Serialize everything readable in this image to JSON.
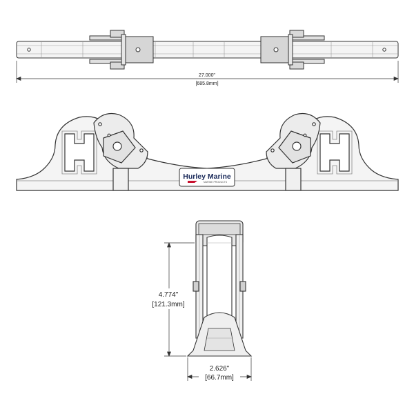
{
  "dimensions": {
    "length_in": "27.000\"",
    "length_mm": "[685.8mm]",
    "height_in": "4.774\"",
    "height_mm": "[121.3mm]",
    "width_in": "2.626\"",
    "width_mm": "[66.7mm]"
  },
  "logo": {
    "name": "Hurley Marine",
    "tagline": "MARINE PRODUCTS"
  },
  "colors": {
    "line": "#333333",
    "fill": "#f4f4f4",
    "metal": "#d9d9d9",
    "logo_text": "#1a2a5a",
    "logo_red": "#c8102e"
  }
}
